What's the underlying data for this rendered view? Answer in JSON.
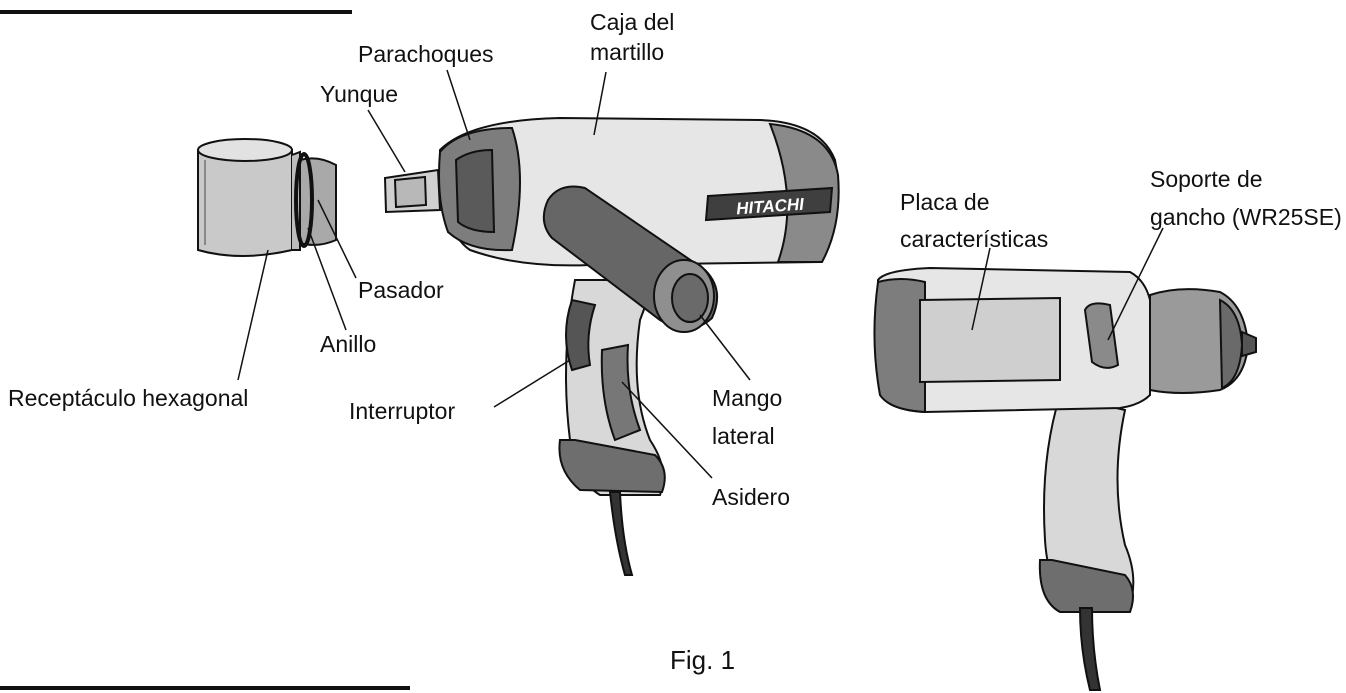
{
  "labels": {
    "caja_line1": "Caja del",
    "caja_line2": "martillo",
    "parachoques": "Parachoques",
    "yunque": "Yunque",
    "pasador": "Pasador",
    "anillo": "Anillo",
    "receptaculo": "Receptáculo hexagonal",
    "interruptor": "Interruptor",
    "mango_line1": "Mango",
    "mango_line2": "lateral",
    "asidero": "Asidero",
    "placa_line1": "Placa de",
    "placa_line2": "características",
    "soporte_line1": "Soporte de",
    "soporte_line2": "gancho (WR25SE)",
    "fig": "Fig. 1"
  },
  "brand": "HITACHI",
  "colors": {
    "ink": "#111111",
    "body_light": "#e6e6e6",
    "body_mid": "#b8b8b8",
    "body_dark": "#6e6e6e"
  }
}
